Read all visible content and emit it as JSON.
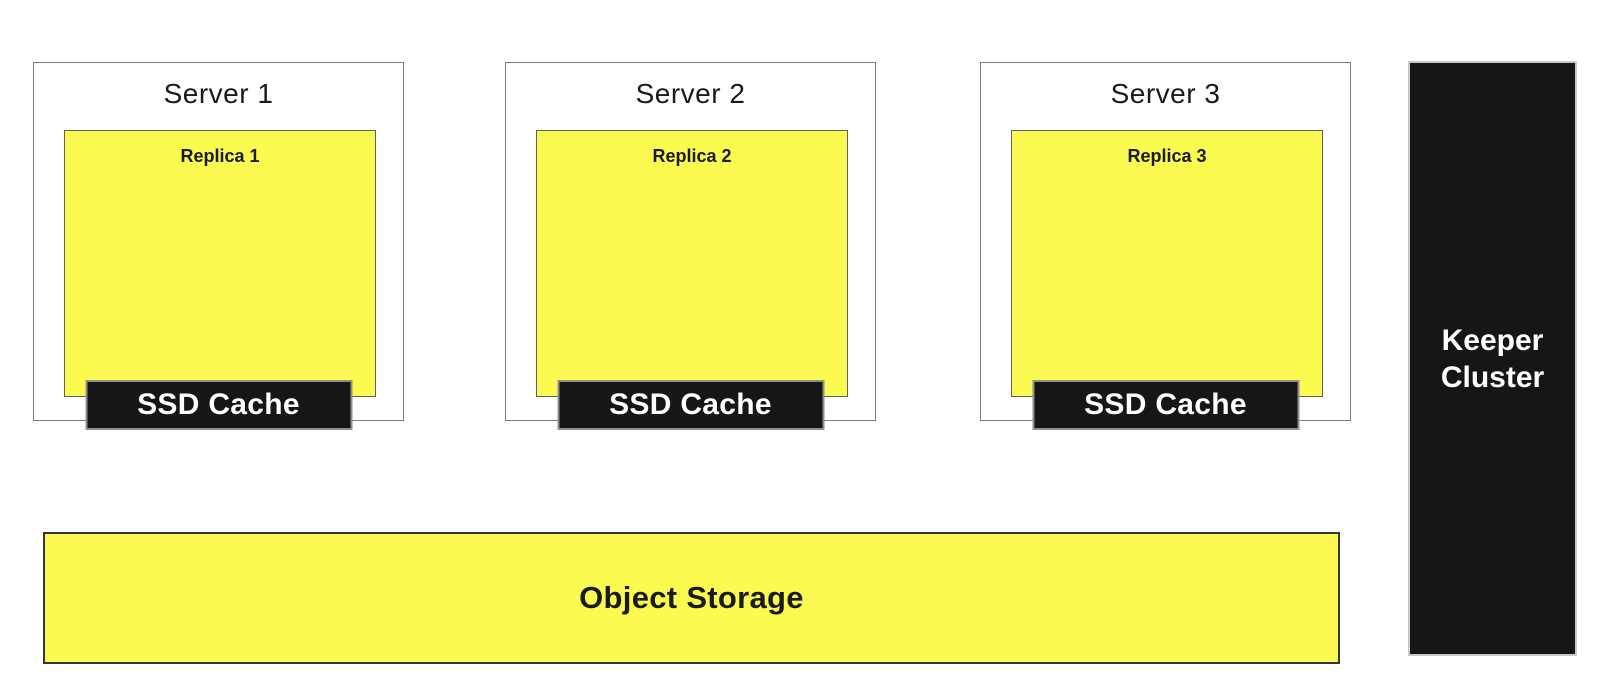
{
  "colors": {
    "yellow": "#FAFA50",
    "dark": "#161616",
    "text_dark": "#1a1a1a",
    "text_light": "#ffffff",
    "server_border": "#7d7d7d",
    "replica_border": "#606060",
    "cache_border": "#8f8f8f",
    "keeper_border": "#c9c9c9",
    "storage_border": "#35353d",
    "background": "#ffffff"
  },
  "servers": [
    {
      "title": "Server 1",
      "replica": "Replica 1",
      "cache": "SSD Cache"
    },
    {
      "title": "Server 2",
      "replica": "Replica 2",
      "cache": "SSD Cache"
    },
    {
      "title": "Server 3",
      "replica": "Replica 3",
      "cache": "SSD Cache"
    }
  ],
  "keeper_cluster": {
    "line1": "Keeper",
    "line2": "Cluster"
  },
  "object_storage": {
    "label": "Object Storage"
  }
}
